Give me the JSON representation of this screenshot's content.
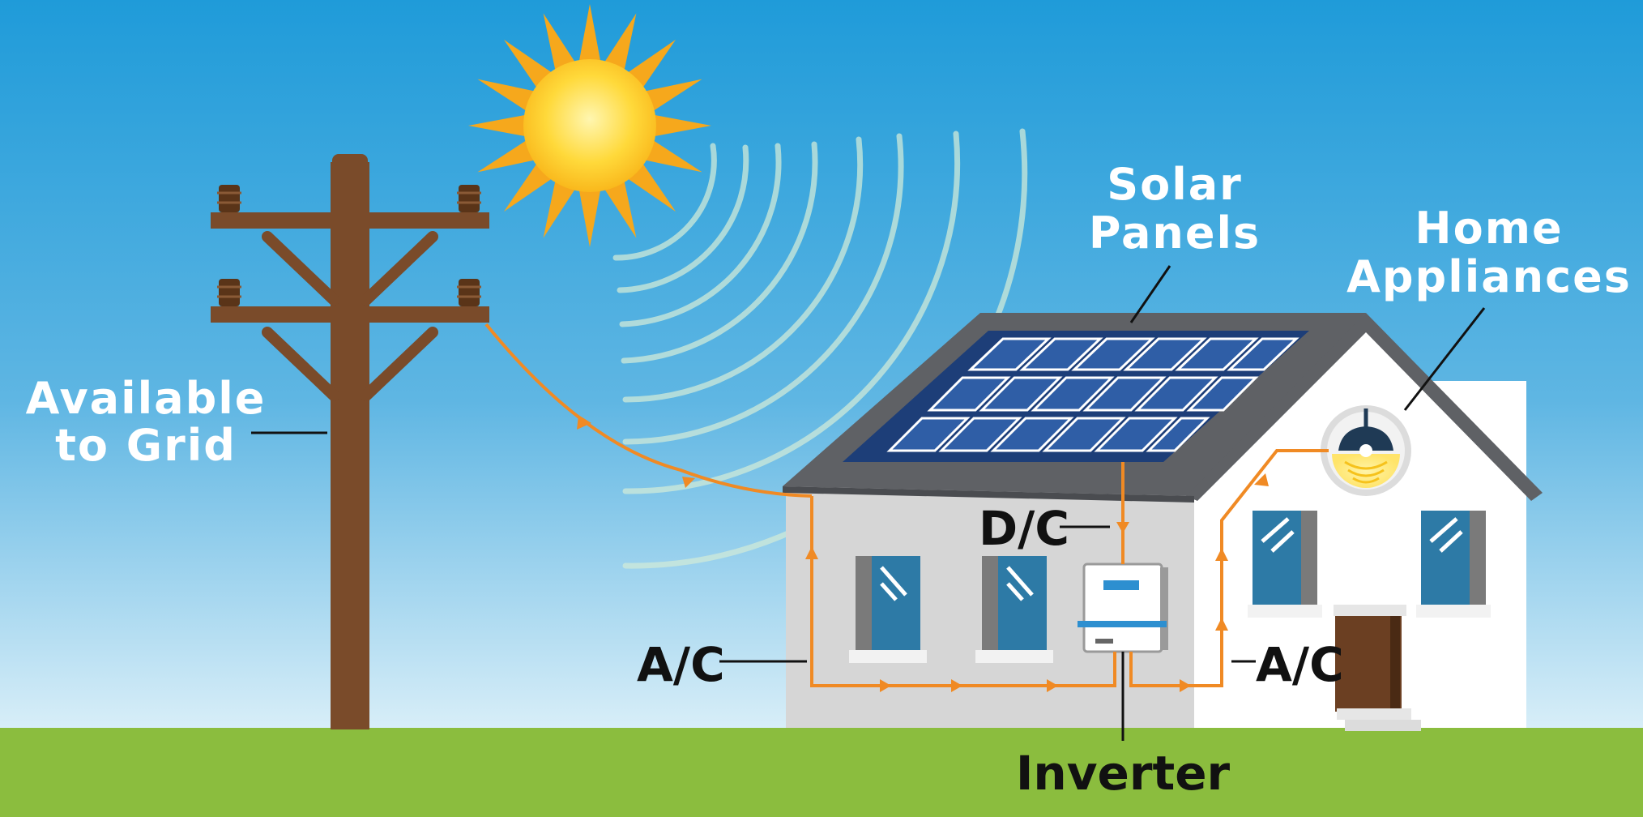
{
  "labels": {
    "grid_line1": "Available",
    "grid_line2": "to Grid",
    "solar_line1": "Solar",
    "solar_line2": "Panels",
    "home_line1": "Home",
    "home_line2": "Appliances",
    "dc": "D/C",
    "ac_left": "A/C",
    "ac_right": "A/C",
    "inverter": "Inverter"
  },
  "colors": {
    "sky_top": "#1f9bd9",
    "sky_bottom": "#d8eef8",
    "grass": "#8bbd3e",
    "sun": "#f6a81c",
    "pole": "#7a4b2a",
    "wire": "#f08a24",
    "roof": "#5f6165",
    "wall_left": "#d8d8d8",
    "wall_right": "#ffffff",
    "panel": "#244f8f",
    "window": "#2d7aa6",
    "door": "#6b3f22"
  },
  "icons": [
    "sun-icon",
    "utility-pole-icon",
    "house-icon",
    "solar-panel-icon",
    "inverter-icon",
    "lamp-icon"
  ]
}
